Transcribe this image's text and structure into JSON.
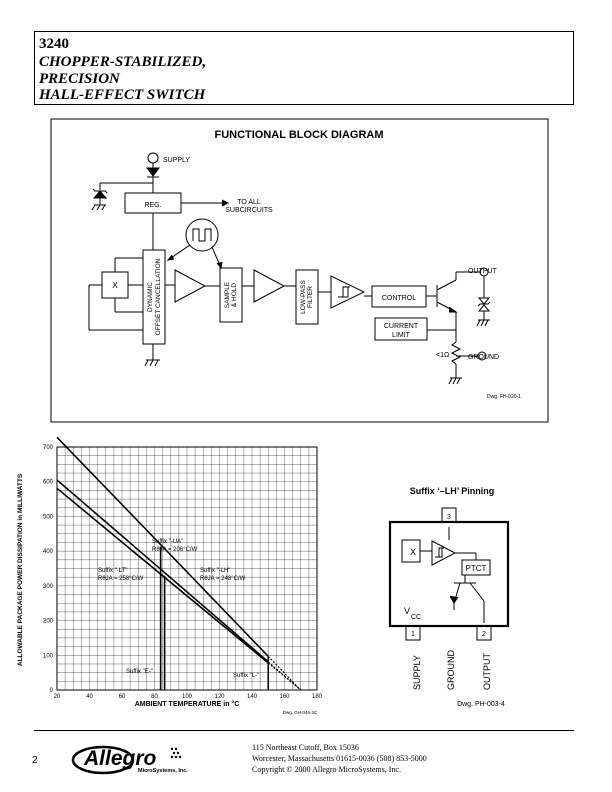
{
  "header": {
    "part_number": "3240",
    "title_lines": [
      "CHOPPER-STABILIZED,",
      "PRECISION",
      "HALL-EFFECT SWITCH"
    ]
  },
  "block_diagram": {
    "title": "FUNCTIONAL BLOCK DIAGRAM",
    "supply": "SUPPLY",
    "reg": "REG.",
    "to_all_1": "TO ALL",
    "to_all_2": "SUBCIRCUITS",
    "x": "X",
    "dynamic_1": "DYNAMIC",
    "dynamic_2": "OFFSET CANCELLATION",
    "sample_1": "SAMPLE",
    "sample_2": "& HOLD",
    "lowpass_1": "LOW-PASS",
    "lowpass_2": "FILTER",
    "control": "CONTROL",
    "current_1": "CURRENT",
    "current_2": "LIMIT",
    "output": "OUTPUT",
    "ground": "GROUND",
    "resistor": "<1Ω",
    "dwg": "Dwg. FH-020-1"
  },
  "chart_data": {
    "type": "line",
    "ylabel": "ALLOWABLE PACKAGE POWER DISSIPATION in MILLIWATTS",
    "xlabel": "AMBIENT TEMPERATURE in °C",
    "xlim": [
      20,
      180
    ],
    "ylim": [
      0,
      700
    ],
    "x_ticks": [
      "20",
      "40",
      "60",
      "80",
      "100",
      "120",
      "140",
      "160",
      "180"
    ],
    "y_ticks": [
      "0",
      "100",
      "200",
      "300",
      "400",
      "500",
      "600",
      "700"
    ],
    "grid": true,
    "series": [
      {
        "name": "Suffix \"-UA\"",
        "rth": "RθJA = 206°C/W",
        "x": [
          20,
          85,
          150,
          170
        ],
        "y": [
          728,
          413,
          97,
          0
        ]
      },
      {
        "name": "Suffix \"-LH\"",
        "rth": "RθJA = 248°C/W",
        "x": [
          20,
          85,
          150,
          170
        ],
        "y": [
          605,
          343,
          81,
          0
        ]
      },
      {
        "name": "Suffix \"-LT\"",
        "rth": "RθJA = 258°C/W",
        "x": [
          20,
          85,
          150,
          170
        ],
        "y": [
          581,
          329,
          78,
          0
        ]
      }
    ],
    "annotations": {
      "ua_1": "Suffix \"-UA\"",
      "ua_2": "RθJA = 206°C/W",
      "lt_1": "Suffix \"-LT\"",
      "lt_2": "RθJA = 258°C/W",
      "lh_1": "Suffix \"-LH\"",
      "lh_2": "RθJA = 248°C/W",
      "e": "Suffix \"E-\"",
      "l": "Suffix \"L-\""
    },
    "dwg": "Dwg. GH-046-3C"
  },
  "pinning": {
    "title": "Suffix ‘–LH’ Pinning",
    "pin3": "3",
    "pin1": "1",
    "pin2": "2",
    "x": "X",
    "ptct": "PTCT",
    "vcc": "V",
    "vcc_sub": "CC",
    "labels": [
      "SUPPLY",
      "GROUND",
      "OUTPUT"
    ],
    "dwg": "Dwg. PH-003-4"
  },
  "footer": {
    "page": "2",
    "logo_text": "Allegro",
    "logo_sub": "MicroSystems, Inc.",
    "address_1": "115 Northeast Cutoff, Box 15036",
    "address_2": "Worcester, Massachusetts 01615-0036  (508) 853-5000",
    "address_3": "Copyright © 2000 Allegro MicroSystems, Inc."
  }
}
